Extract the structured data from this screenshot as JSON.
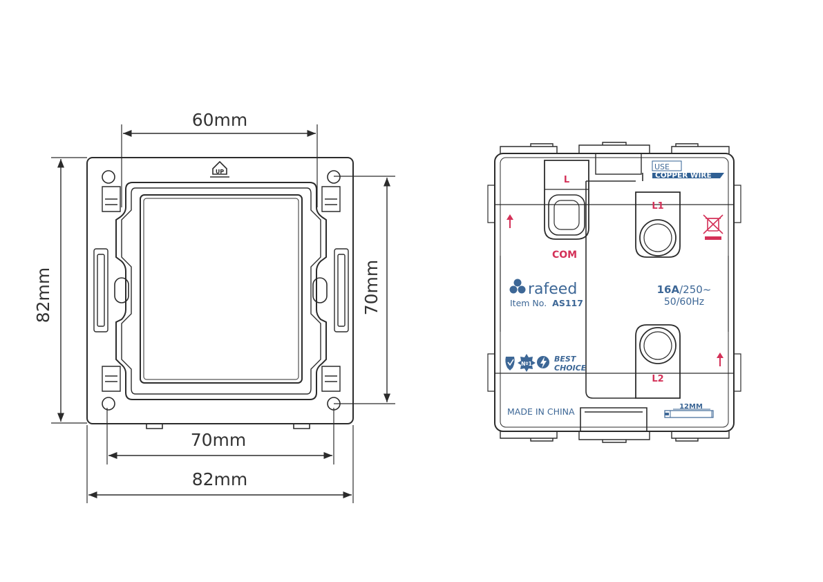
{
  "colors": {
    "line": "#2b2b2b",
    "brand_blue": "#3d6796",
    "accent_red": "#d43158",
    "label_band": "#2f5f93"
  },
  "front_view": {
    "dim_top_width": "60mm",
    "dim_left_height": "82mm",
    "dim_right_height": "70mm",
    "dim_bottom_inner": "70mm",
    "dim_bottom_outer": "82mm",
    "up_mark": "UP"
  },
  "back_view": {
    "label_band_line1": "USE",
    "label_band_line2": "COPPER WIRE",
    "terminal_l": "L",
    "terminal_l1": "L1",
    "terminal_l2": "L2",
    "com_label": "COM",
    "brand_name": "rafeed",
    "item_prefix": "Item No.",
    "item_number": "AS117",
    "rating_current": "16A",
    "rating_voltage": "/250~",
    "rating_frequency": "50/60Hz",
    "cert_mark": "Nº1",
    "best_line1": "BEST",
    "best_line2": "CHOICE",
    "made_in": "MADE IN CHINA",
    "strip_length": "12MM",
    "icons": [
      "arrow-up-icon",
      "weee-bin-icon",
      "brand-logo-icon",
      "cert-icons"
    ]
  }
}
